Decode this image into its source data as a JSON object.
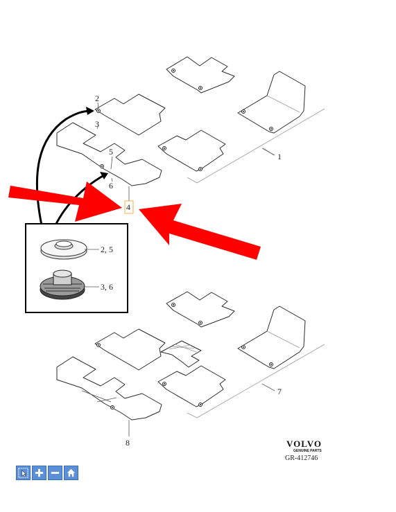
{
  "diagram": {
    "callouts": {
      "c1": "1",
      "c2": "2",
      "c3": "3",
      "c4": "4",
      "c5": "5",
      "c6": "6",
      "c7": "7",
      "c8": "8"
    },
    "inset": {
      "part_a_label": "2, 5",
      "part_b_label": "3, 6"
    },
    "branding": {
      "logo_text": "VOLVO",
      "logo_subtext": "GENUINE PARTS",
      "reference_code": "GR-412746"
    },
    "colors": {
      "annotation_arrows": "#ff0000",
      "highlight_box": "#f0b040",
      "toolbar_button": "#5b8fd6"
    }
  },
  "toolbar": {
    "buttons": [
      {
        "icon": "cursor-select-icon"
      },
      {
        "icon": "zoom-in-plus-icon"
      },
      {
        "icon": "zoom-out-minus-icon"
      },
      {
        "icon": "home-icon"
      }
    ]
  }
}
